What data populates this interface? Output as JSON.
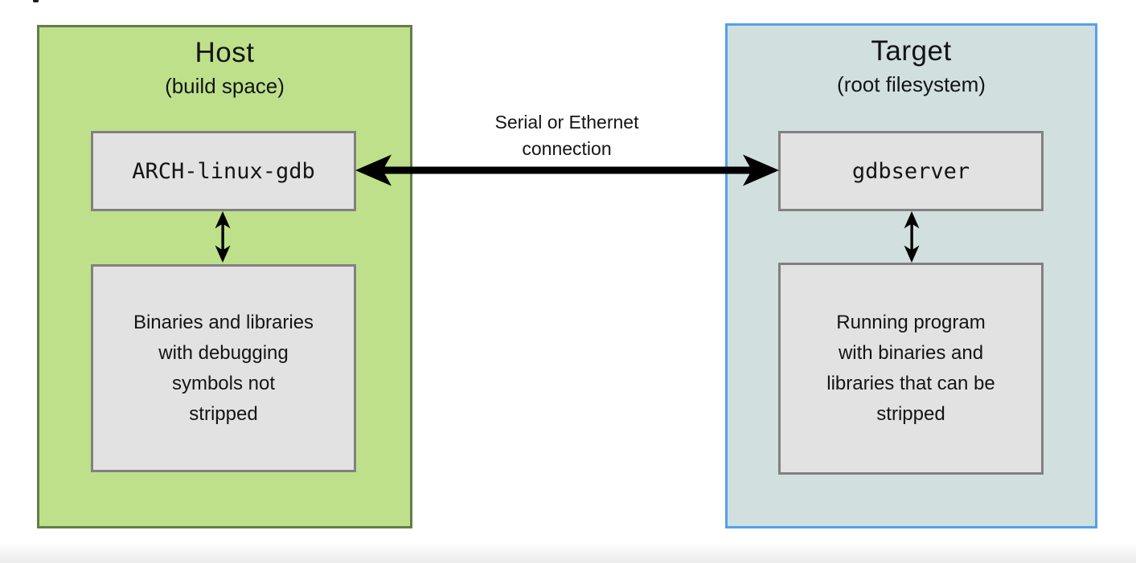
{
  "colors": {
    "host-fill": "#bee08b",
    "host-border": "#647d4b",
    "target-fill": "#d2dfdf",
    "target-border": "#55a0eb",
    "node-fill": "#e2e2e2",
    "node-border": "#818181",
    "arrow": "#000000",
    "footer-band": "#ececec"
  },
  "host": {
    "title": "Host",
    "subtitle": "(build space)",
    "tool": "ARCH-linux-gdb",
    "body_lines": [
      "Binaries and libraries",
      "with debugging",
      "symbols not",
      "stripped"
    ]
  },
  "target": {
    "title": "Target",
    "subtitle": "(root filesystem)",
    "tool": "gdbserver",
    "body_lines": [
      "Running program",
      "with binaries and",
      "libraries that can be",
      "stripped"
    ]
  },
  "connection": {
    "label_lines": [
      "Serial or Ethernet",
      "connection"
    ]
  }
}
